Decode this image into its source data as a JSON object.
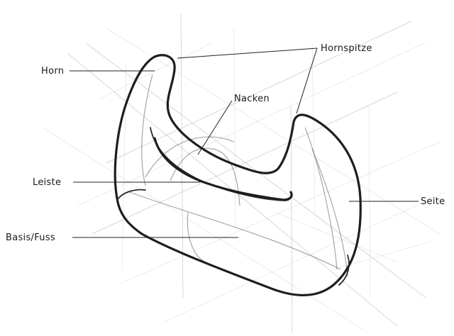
{
  "diagram": {
    "labels": {
      "horn": "Horn",
      "hornspitze": "Hornspitze",
      "nacken": "Nacken",
      "leiste": "Leiste",
      "seite": "Seite",
      "basis": "Basis/Fuss"
    }
  }
}
